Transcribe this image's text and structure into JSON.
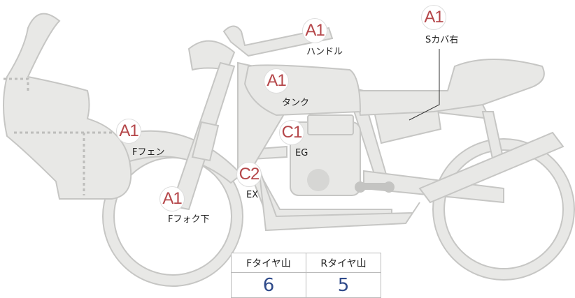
{
  "colors": {
    "body_fill": "#e8e8e6",
    "body_stroke": "#c6c6c4",
    "marker_text": "#b5474a",
    "value_text": "#2f4a8a"
  },
  "markers": [
    {
      "code": "A1",
      "label": "ハンドル"
    },
    {
      "code": "A1",
      "label": "Sカバ右"
    },
    {
      "code": "A1",
      "label": "タンク"
    },
    {
      "code": "A1",
      "label": "Fフェン"
    },
    {
      "code": "C1",
      "label": "EG"
    },
    {
      "code": "C2",
      "label": "EX"
    },
    {
      "code": "A1",
      "label": "Fフォク下"
    }
  ],
  "tire_table": {
    "headers": [
      "Fタイヤ山",
      "Rタイヤ山"
    ],
    "values": [
      "6",
      "5"
    ]
  }
}
